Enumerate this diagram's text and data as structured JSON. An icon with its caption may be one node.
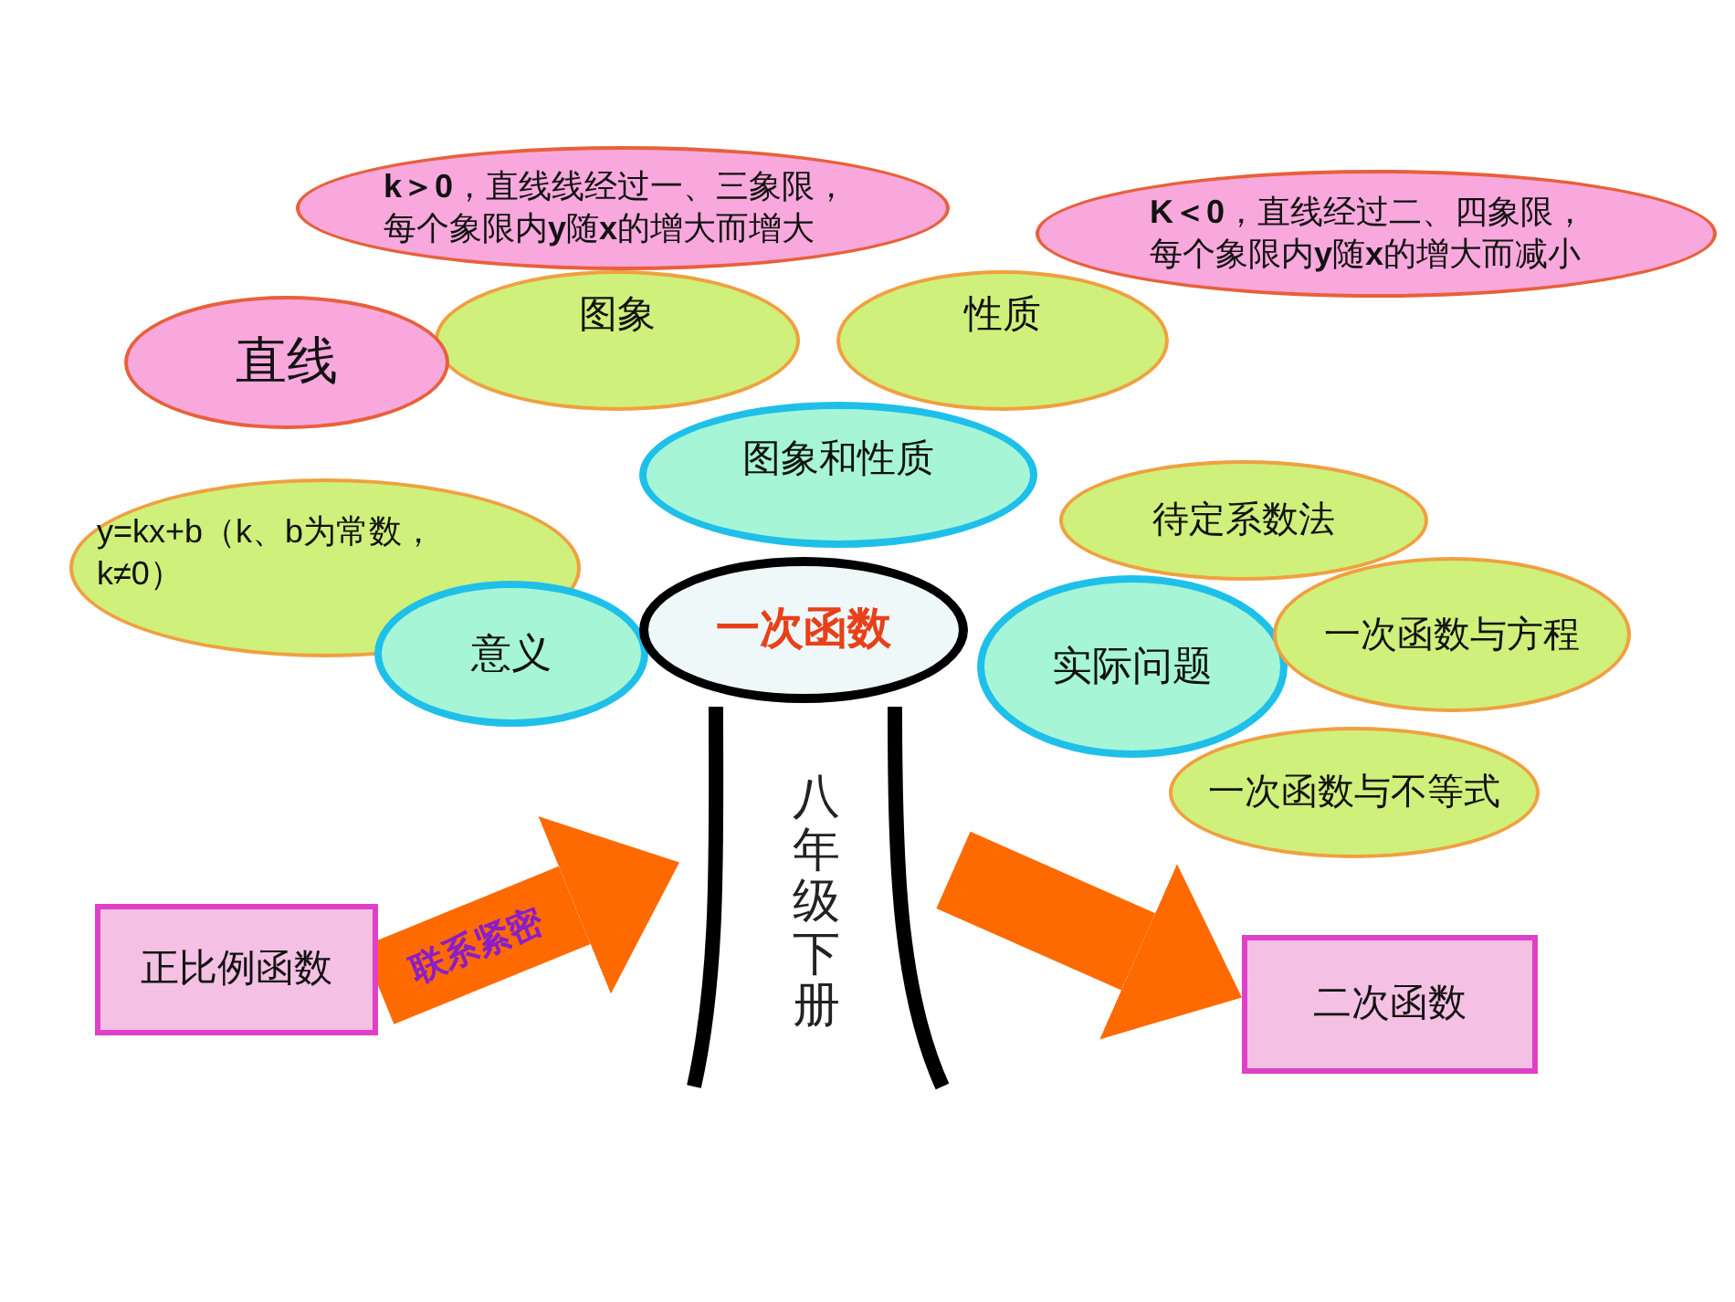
{
  "diagram": {
    "nodes": [
      {
        "text": [
          "**k＞0**，直线线经过一、三象限，每个象限内**y**随**x**的增大而增大"
        ]
      },
      {
        "text": [
          "**K＜0**，直线经过二、四象限，每个象限内**y**随**x**的增大而减小"
        ]
      },
      {
        "text": [
          "直线"
        ]
      },
      {
        "text": [
          "图象"
        ]
      },
      {
        "text": [
          "性质"
        ]
      },
      {
        "text": [
          "图象和性质"
        ]
      },
      {
        "text": [
          "y=kx+b（k、b为常数，k≠0）"
        ]
      },
      {
        "text": [
          "意义"
        ]
      },
      {
        "text": [
          "一次函数"
        ]
      },
      {
        "text": [
          "实际问题"
        ]
      },
      {
        "text": [
          "待定系数法"
        ]
      },
      {
        "text": [
          "一次函数与方程"
        ]
      },
      {
        "text": [
          "一次函数与不等式"
        ]
      },
      {
        "text": [
          "八年级下册"
        ]
      },
      {
        "text": [
          "正比例函数"
        ]
      },
      {
        "text": [
          "二次函数"
        ]
      }
    ],
    "edges": [
      {
        "from": 14,
        "to": 13,
        "arrow": "to",
        "label": "联系紧密"
      },
      {
        "from": 13,
        "to": 15,
        "arrow": "to"
      }
    ]
  }
}
